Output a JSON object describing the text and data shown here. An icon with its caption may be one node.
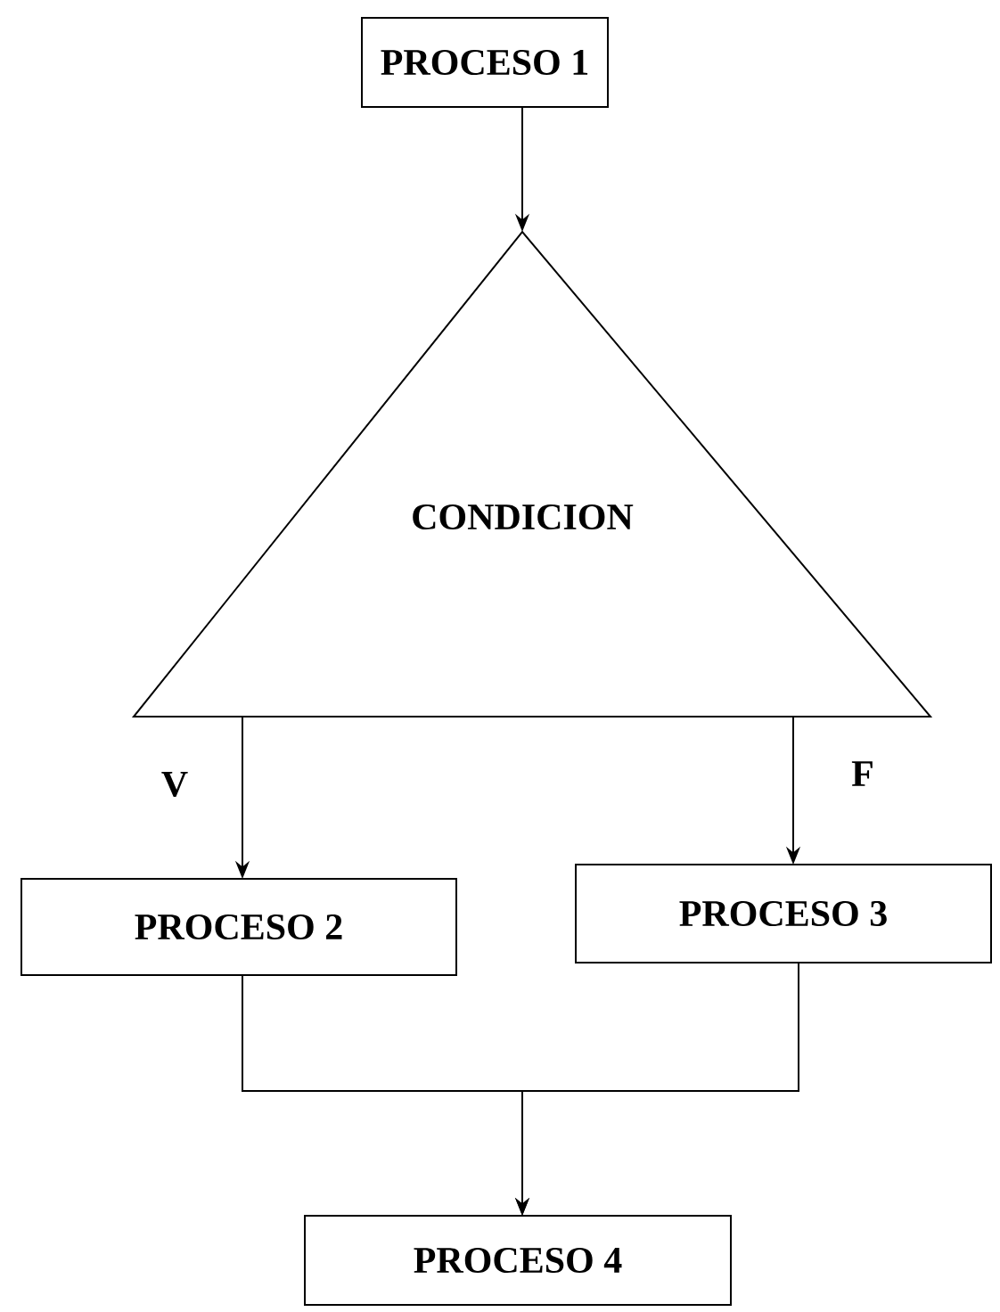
{
  "diagram": {
    "nodes": [
      {
        "text": [
          "PROCESO 1"
        ]
      },
      {
        "text": [
          "CONDICION"
        ]
      },
      {
        "text": [
          "PROCESO 2"
        ]
      },
      {
        "text": [
          "PROCESO 3"
        ]
      },
      {
        "text": [
          "PROCESO 4"
        ]
      }
    ],
    "edges": [
      {
        "from": 0,
        "to": 1,
        "arrow": "to"
      },
      {
        "from": 1,
        "to": 2,
        "arrow": "to",
        "label": "V"
      },
      {
        "from": 1,
        "to": 3,
        "arrow": "to",
        "label": "F"
      },
      {
        "from": 2,
        "to": 4,
        "arrow": "to"
      },
      {
        "from": 3,
        "to": 4,
        "arrow": "to"
      }
    ]
  }
}
